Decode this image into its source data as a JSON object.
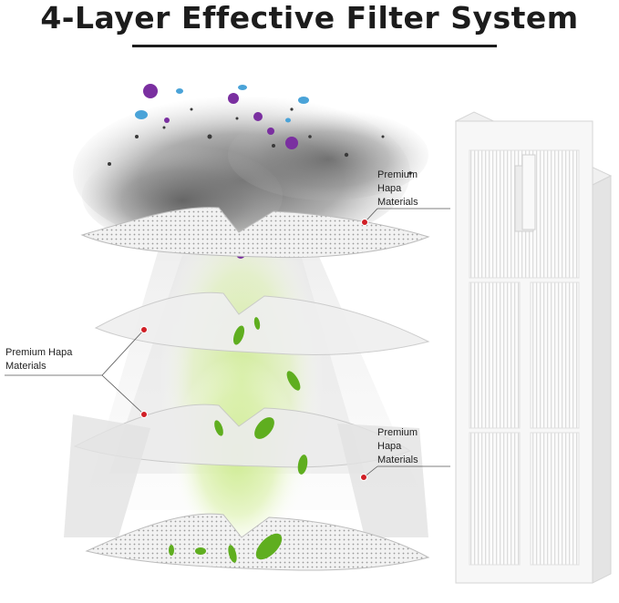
{
  "title": "4-Layer Effective Filter System",
  "labels": {
    "top_right": "Premium\nHapa\nMaterials",
    "left": "Premium Hapa\nMaterials",
    "bottom_right": "Premium\nHapa\nMaterials"
  },
  "colors": {
    "title": "#1c1c1c",
    "callout_dot": "#d01f26",
    "callout_line": "#555555",
    "airflow_green": "#b9e07a",
    "leaf_green": "#5fae1f",
    "dust_purple": "#7a2fa0",
    "dust_blue": "#4aa3d8",
    "filter_white": "#f7f7f7"
  },
  "icons": {
    "dust_cloud": "dust-cloud-illustration",
    "filter_layers": "filter-layer-sheets",
    "leaves": "green-leaf-icons",
    "hepa_filter": "hepa-filter-cartridge-illustration"
  }
}
